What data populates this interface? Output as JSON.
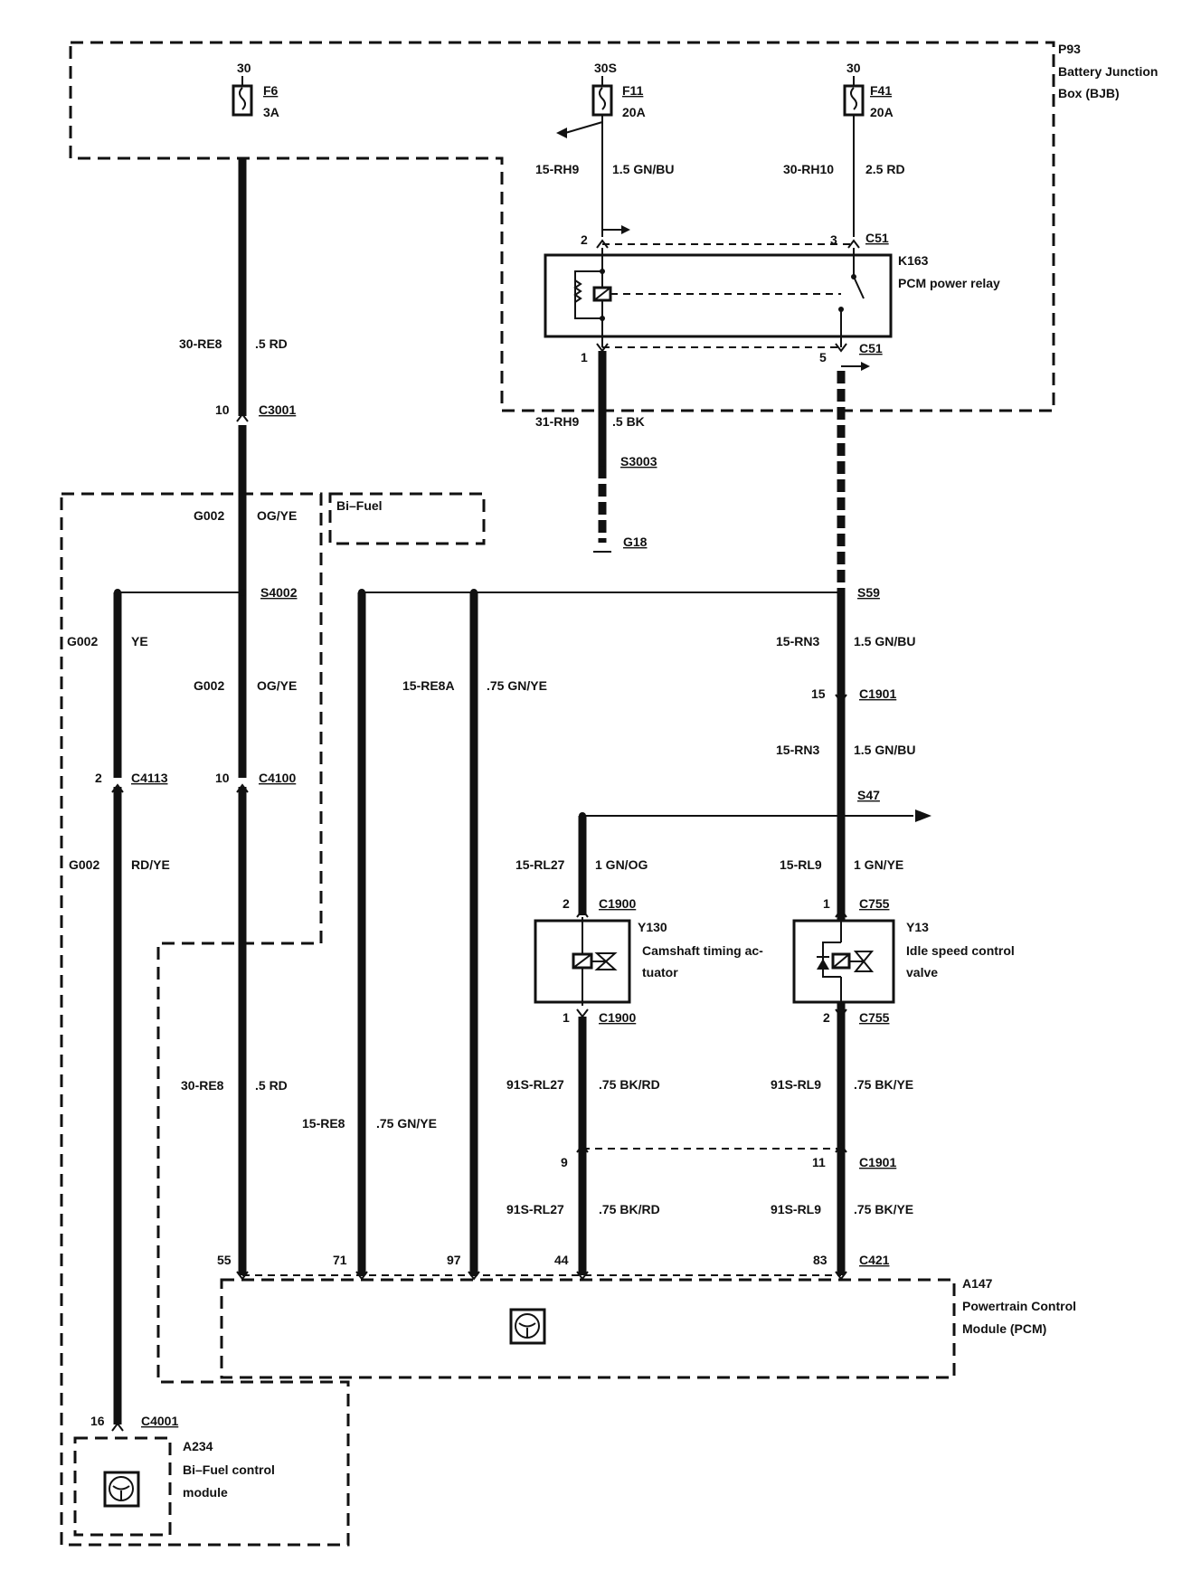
{
  "boxes": {
    "bjb": {
      "id": "P93",
      "line1": "Battery Junction",
      "line2": "Box (BJB)"
    },
    "bifuel_tag": "Bi–Fuel",
    "pcm": {
      "id": "A147",
      "line1": "Powertrain Control",
      "line2": "Module (PCM)"
    },
    "bifuel_module": {
      "id": "A234",
      "line1": "Bi–Fuel control",
      "line2": "module"
    }
  },
  "fuses": [
    {
      "term": "30",
      "name": "F6",
      "rating": "3A"
    },
    {
      "term": "30S",
      "name": "F11",
      "rating": "20A"
    },
    {
      "term": "30",
      "name": "F41",
      "rating": "20A"
    }
  ],
  "relay": {
    "id": "K163",
    "name": "PCM power relay",
    "pin_in": "2",
    "pin_sw": "3",
    "pin_gnd": "1",
    "pin_out": "5",
    "connector_top": "C51",
    "connector_bottom": "C51"
  },
  "wires": {
    "f11_circuit": "15-RH9",
    "f11_spec": "1.5 GN/BU",
    "f41_circuit": "30-RH10",
    "f41_spec": "2.5 RD",
    "f6_circuit": "30-RE8",
    "f6_spec": ".5 RD",
    "gnd_circuit": "31-RH9",
    "gnd_spec": ".5 BK",
    "bf_top_code": "G002",
    "bf_top_color": "OG/YE",
    "bf_left_code": "G002",
    "bf_left_color": "YE",
    "bf_mid_code": "G002",
    "bf_mid_color": "OG/YE",
    "bf_bottom_code": "G002",
    "bf_bottom_color": "RD/YE",
    "re8a_circuit": "15-RE8A",
    "re8a_spec": ".75 GN/YE",
    "rn3_top_circuit": "15-RN3",
    "rn3_top_spec": "1.5 GN/BU",
    "rn3_bot_circuit": "15-RN3",
    "rn3_bot_spec": "1.5 GN/BU",
    "rl27_circuit": "15-RL27",
    "rl27_spec": "1 GN/OG",
    "rl9_circuit": "15-RL9",
    "rl9_spec": "1 GN/YE",
    "re8_lower_circuit": "30-RE8",
    "re8_lower_spec": ".5 RD",
    "re8_circuit": "15-RE8",
    "re8_spec": ".75 GN/YE",
    "rl27b_circuit": "91S-RL27",
    "rl27b_spec": ".75 BK/RD",
    "rl9b_circuit": "91S-RL9",
    "rl9b_spec": ".75 BK/YE",
    "rl27c_circuit": "91S-RL27",
    "rl27c_spec": ".75 BK/RD",
    "rl9c_circuit": "91S-RL9",
    "rl9c_spec": ".75 BK/YE"
  },
  "connectors": {
    "c3001_pin": "10",
    "c3001": "C3001",
    "s3003": "S3003",
    "g18": "G18",
    "s4002": "S4002",
    "s59": "S59",
    "c1901_top_pin": "15",
    "c1901_top": "C1901",
    "c4113_pin": "2",
    "c4113": "C4113",
    "c4100_pin": "10",
    "c4100": "C4100",
    "s47": "S47",
    "c1900_top_pin": "2",
    "c1900_top": "C1900",
    "c755_top_pin": "1",
    "c755_top": "C755",
    "c1900_bot_pin": "1",
    "c1900_bot": "C1900",
    "c755_bot_pin": "2",
    "c755_bot": "C755",
    "c1901_bot_pin9": "9",
    "c1901_bot_pin11": "11",
    "c1901_bot": "C1901",
    "c421_pin55": "55",
    "c421_pin71": "71",
    "c421_pin97": "97",
    "c421_pin44": "44",
    "c421_pin83": "83",
    "c421": "C421",
    "c4001_pin": "16",
    "c4001": "C4001"
  },
  "components": {
    "y130": {
      "id": "Y130",
      "line1": "Camshaft timing ac-",
      "line2": "tuator"
    },
    "y13": {
      "id": "Y13",
      "line1": "Idle speed control",
      "line2": "valve"
    }
  }
}
